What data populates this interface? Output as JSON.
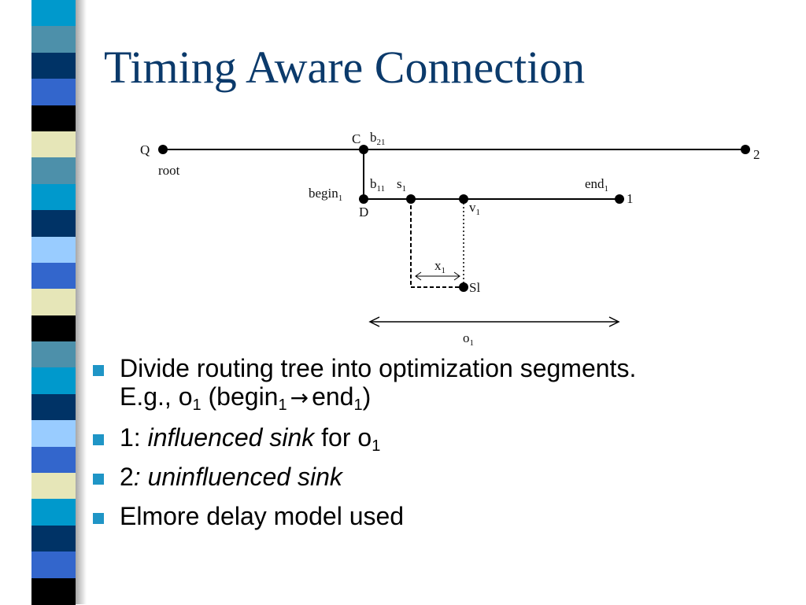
{
  "slide": {
    "title": "Timing Aware Connection",
    "strip_colors": [
      "#0099cc",
      "#4d90aa",
      "#003366",
      "#3366cc",
      "#000000",
      "#e6e6b8",
      "#4d90aa",
      "#0099cc",
      "#003366",
      "#99ccff",
      "#3366cc",
      "#e6e6b8",
      "#000000",
      "#4d90aa",
      "#0099cc",
      "#003366",
      "#99ccff",
      "#3366cc",
      "#e6e6b8",
      "#0099cc",
      "#003366",
      "#3366cc",
      "#000000"
    ]
  },
  "diagram": {
    "labels": {
      "Q": "Q",
      "root": "root",
      "C": "C",
      "b21": "b",
      "b21_sub": "21",
      "sink2": "2",
      "begin": "begin",
      "begin_sub": "1",
      "D": "D",
      "b11": "b",
      "b11_sub": "11",
      "s1": "s",
      "s1_sub": "1",
      "v1": "v",
      "v1_sub": "1",
      "end": "end",
      "end_sub": "1",
      "sink1": "1",
      "x1": "x",
      "x1_sub": "1",
      "Sl": "Sl",
      "o1": "o",
      "o1_sub": "1"
    }
  },
  "bullets": {
    "b1": {
      "text": "Divide routing tree into optimization segments.",
      "eg": "E.g., o",
      "sub1": "1",
      "begin": " (begin",
      "sub2": "1",
      "arrow": "→",
      "end": "end",
      "sub3": "1",
      "close": ")"
    },
    "b2": {
      "prefix": "1: ",
      "italic": "influenced sink",
      "rest": " for o",
      "sub": "1"
    },
    "b3": {
      "prefix": "2",
      "italic": ": uninfluenced sink"
    },
    "b4": {
      "text": "Elmore delay model used"
    }
  }
}
